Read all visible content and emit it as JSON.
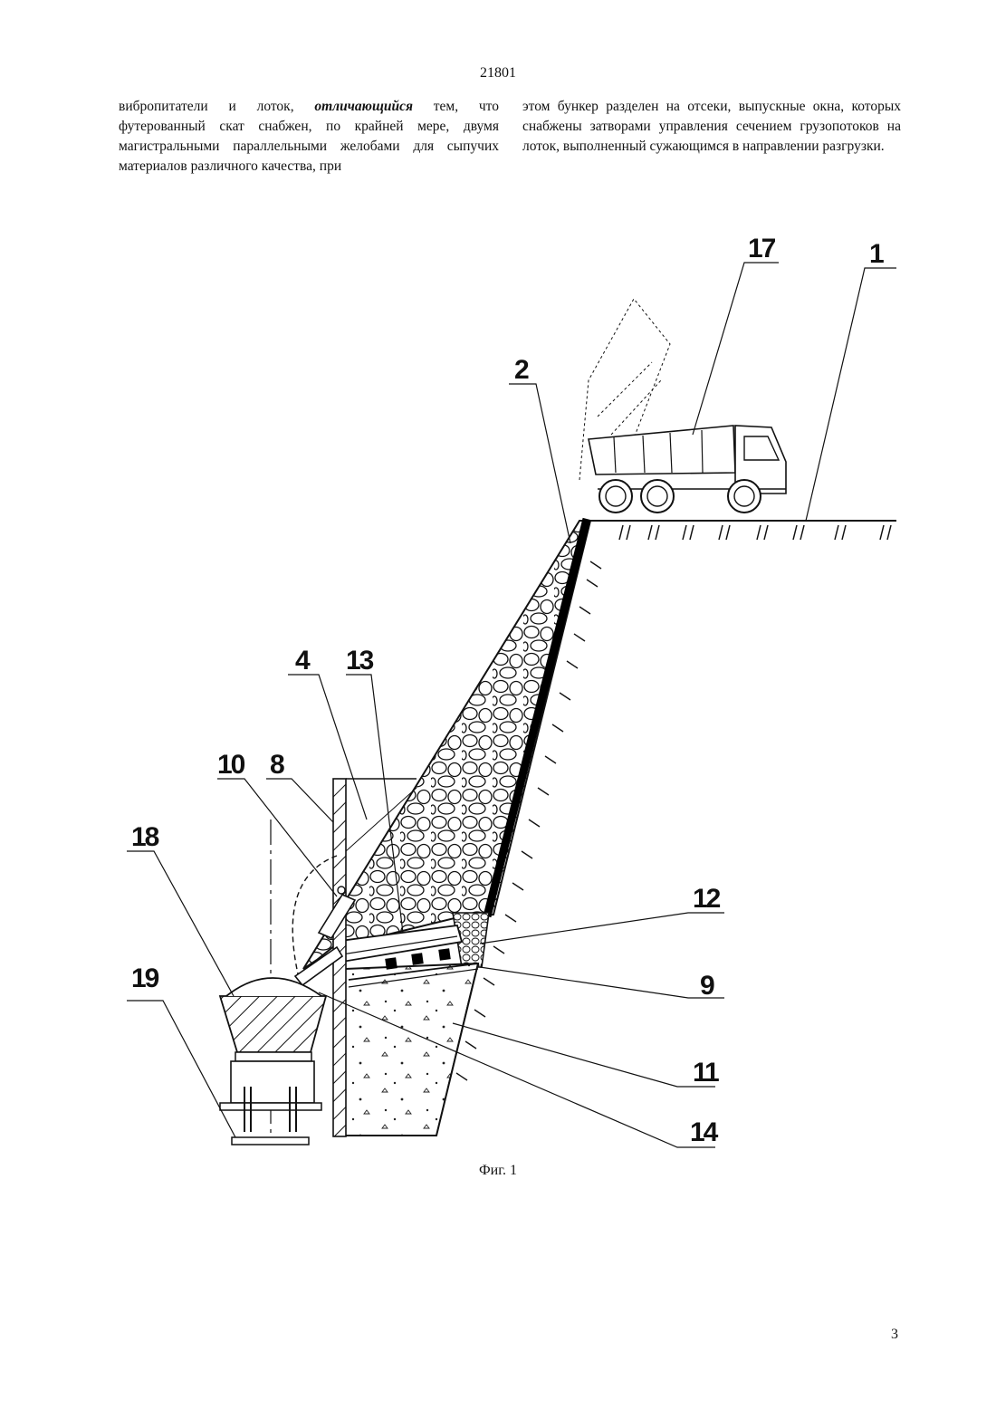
{
  "header": {
    "patent_number": "21801"
  },
  "text": {
    "left_column": {
      "before_bold": "вибропитатели и лоток, ",
      "bold_italic": "отличающийся",
      "after_bold": " тем, что футерованный скат снабжен, по крайней мере, двумя магистральными параллельными желобами для сыпучих материалов различного качества, при"
    },
    "right_column": "этом бункер разделен на отсеки, выпускные окна, которых снабжены затворами управления сечением грузопотоков на лоток, выполненный сужающимся в направлении разгрузки."
  },
  "figure": {
    "caption": "Фиг. 1",
    "labels": {
      "l1": "1",
      "l2": "2",
      "l4": "4",
      "l8": "8",
      "l9": "9",
      "l10": "10",
      "l11": "11",
      "l12": "12",
      "l13": "13",
      "l14": "14",
      "l17": "17",
      "l18": "18",
      "l19": "19"
    }
  },
  "footer": {
    "page_number": "3"
  }
}
